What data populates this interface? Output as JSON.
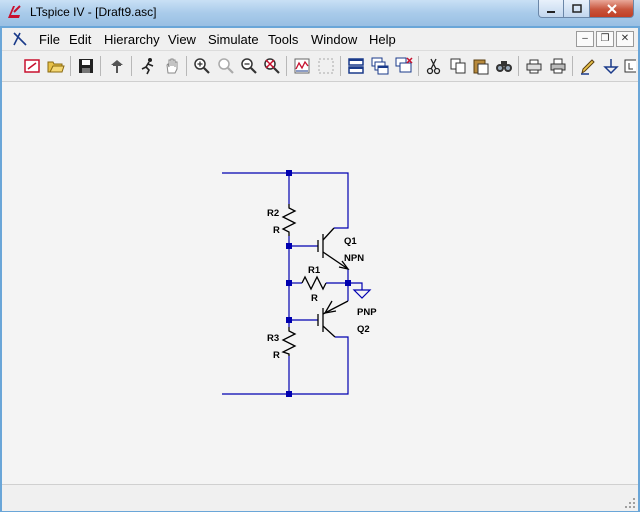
{
  "window": {
    "title": "LTspice IV - [Draft9.asc]",
    "accent": "#0000ff"
  },
  "menubar": {
    "items": [
      {
        "label": "File"
      },
      {
        "label": "Edit"
      },
      {
        "label": "Hierarchy"
      },
      {
        "label": "View"
      },
      {
        "label": "Simulate"
      },
      {
        "label": "Tools"
      },
      {
        "label": "Window"
      },
      {
        "label": "Help"
      }
    ]
  },
  "toolbar": {
    "buttons": [
      {
        "name": "new-schematic-icon"
      },
      {
        "name": "open-icon"
      },
      {
        "name": "save-icon"
      },
      {
        "name": "control-panel-icon"
      },
      {
        "name": "run-icon"
      },
      {
        "name": "halt-icon"
      },
      {
        "name": "zoom-in-icon"
      },
      {
        "name": "pan-icon"
      },
      {
        "name": "zoom-out-icon"
      },
      {
        "name": "zoom-fit-icon"
      },
      {
        "name": "autoscale-icon"
      },
      {
        "name": "grid-icon"
      },
      {
        "name": "tile-windows-icon"
      },
      {
        "name": "cascade-windows-icon"
      },
      {
        "name": "close-windows-icon"
      },
      {
        "name": "cut-icon"
      },
      {
        "name": "copy-icon"
      },
      {
        "name": "paste-icon"
      },
      {
        "name": "find-icon"
      },
      {
        "name": "print-setup-icon"
      },
      {
        "name": "print-icon"
      },
      {
        "name": "draw-wire-icon"
      },
      {
        "name": "ground-icon"
      },
      {
        "name": "label-net-icon"
      }
    ]
  },
  "schematic": {
    "labels": {
      "r2_name": "R2",
      "r2_value": "R",
      "q1_name": "Q1",
      "q1_model": "NPN",
      "r1_name": "R1",
      "r1_value": "R",
      "q2_model": "PNP",
      "q2_name": "Q2",
      "r3_name": "R3",
      "r3_value": "R"
    },
    "wire_color": "#0000b0",
    "component_color": "#000000"
  },
  "status": {
    "text": ""
  }
}
